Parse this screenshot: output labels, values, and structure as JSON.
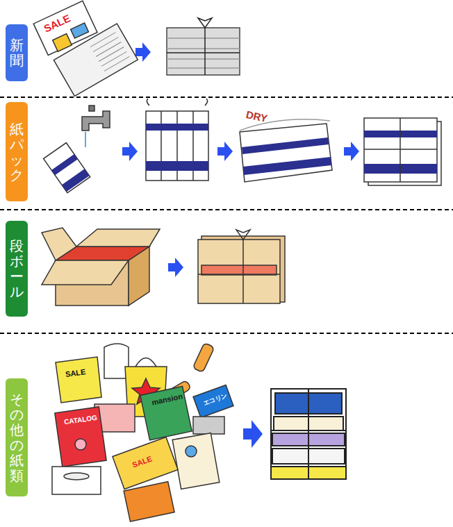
{
  "diagram": {
    "nodes": [
      {
        "text": [
          "新聞"
        ]
      },
      {
        "text": [
          "紙パック"
        ]
      },
      {
        "text": [
          "段ボール"
        ]
      },
      {
        "text": [
          "その他の紙類"
        ]
      }
    ],
    "labels": [
      "SALE",
      "DRY",
      "SALE",
      "mansion",
      "エコリン",
      "CATALOG",
      "SALE"
    ]
  }
}
